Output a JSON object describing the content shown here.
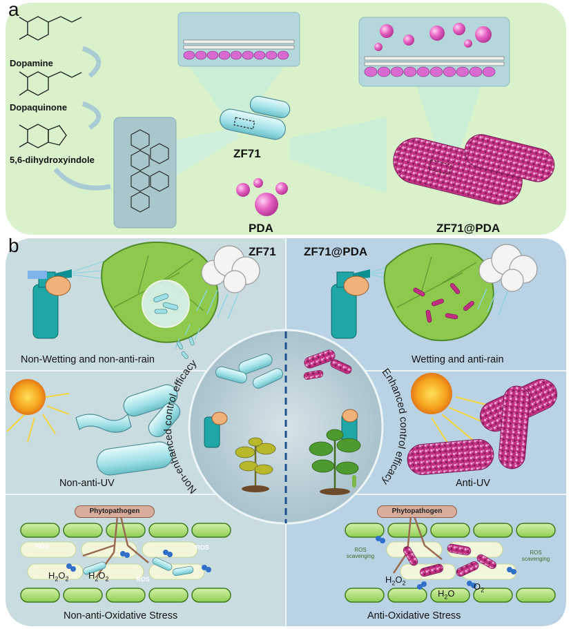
{
  "panel_a": {
    "letter": "a",
    "molecules": [
      "Dopamine",
      "Dopaquinone",
      "5,6-dihydroxyindole"
    ],
    "bacterium_label": "ZF71",
    "pda_label": "PDA",
    "coated_label": "ZF71@PDA"
  },
  "panel_b": {
    "letter": "b",
    "left_title": "ZF71",
    "right_title": "ZF71@PDA",
    "center_left_text": "Non-enhanced control efficacy",
    "center_right_text": "Enhanced control efficacy",
    "rows": [
      {
        "left": "Non-Wetting and non-anti-rain",
        "right": "Wetting and anti-rain"
      },
      {
        "left": "Non-anti-UV",
        "right": "Anti-UV"
      },
      {
        "left": "Non-anti-Oxidative Stress",
        "right": "Anti-Oxidative Stress"
      }
    ],
    "pathogen_label": "Phytopathogen",
    "ros_label": "ROS",
    "ros_scavenging_label": "ROS scavenging",
    "h2o2": "H",
    "two": "2",
    "o": "O",
    "h2o_h": "H",
    "h2o_o": "O",
    "o2_o": "O"
  },
  "colors": {
    "panel_a_bg": "#d9f2cc",
    "panel_b_left": "#c9dce0",
    "panel_b_right": "#b9d3e4",
    "coated_pink": "#c0307f",
    "bacteria_blue": "#9fe0e6",
    "pda_pink": "#e561c2"
  }
}
